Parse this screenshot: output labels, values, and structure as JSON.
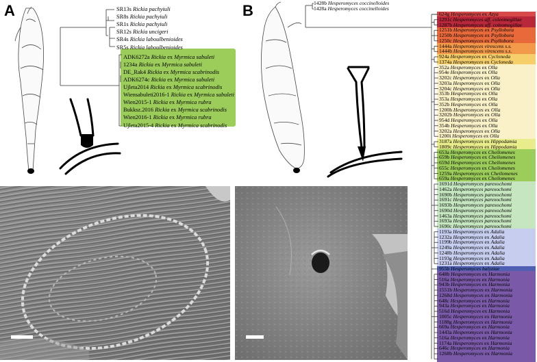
{
  "panel_a": {
    "label": "A",
    "clade_color": "#9ccc5a",
    "taxa": [
      {
        "code": "SR13s",
        "genus": "Rickia",
        "rest": "pachyiuli",
        "ex": ""
      },
      {
        "code": "SR8s",
        "genus": "Rickia",
        "rest": "pachyiuli",
        "ex": ""
      },
      {
        "code": "SR1s",
        "genus": "Rickia",
        "rest": "pachyiuli",
        "ex": ""
      },
      {
        "code": "SR12s",
        "genus": "Rickia",
        "rest": "uncigeri",
        "ex": ""
      },
      {
        "code": "SR4s",
        "genus": "Rickia",
        "rest": "laboulbenioides",
        "ex": ""
      },
      {
        "code": "SR5s",
        "genus": "Rickia",
        "rest": "laboulbenioides",
        "ex": ""
      },
      {
        "code": "ADK6272a",
        "genus": "Rickia",
        "rest": "Myrmica sabuleti",
        "ex": "ex"
      },
      {
        "code": "1234a",
        "genus": "Rickia",
        "rest": "Myrmica sabuleti",
        "ex": "ex"
      },
      {
        "code": "DE_Rak4",
        "genus": "Rickia",
        "rest": "Myrmica scabrinodis",
        "ex": "ex"
      },
      {
        "code": "ADK6274c",
        "genus": "Rickia",
        "rest": "Myrmica sabuleti",
        "ex": "ex"
      },
      {
        "code": "Ujleta2014",
        "genus": "Rickia",
        "rest": "Myrmica scabrinodis",
        "ex": "ex"
      },
      {
        "code": "Wiensabuleti2016-1",
        "genus": "Rickia",
        "rest": "Myrmica sabuleti",
        "ex": "ex"
      },
      {
        "code": "Wien2015-1",
        "genus": "Rickia",
        "rest": "Myrmica rubra",
        "ex": "ex"
      },
      {
        "code": "Bukksz.2016",
        "genus": "Rickia",
        "rest": "Myrmica scabrinodis",
        "ex": "ex"
      },
      {
        "code": "Wien2016-1",
        "genus": "Rickia",
        "rest": "Myrmica rubra",
        "ex": "ex"
      },
      {
        "code": "Ujleta2015-4",
        "genus": "Rickia",
        "rest": "Myrmica scabrinodis",
        "ex": "ex"
      }
    ]
  },
  "panel_b": {
    "label": "B",
    "taxa": [
      {
        "code": "1428b",
        "genus": "Hesperomyces",
        "rest": "coccinelloides",
        "ex": ""
      },
      {
        "code": "1428a",
        "genus": "Hesperomyces",
        "rest": "coccinelloides",
        "ex": ""
      },
      {
        "code": "624g",
        "genus": "Hesperomyces",
        "rest": "Azya",
        "ex": "ex"
      },
      {
        "code": "1291c",
        "genus": "Hesperomyces",
        "rest": "aff. coleomegillae",
        "ex": ""
      },
      {
        "code": "1287b",
        "genus": "Hesperomyces",
        "rest": "aff. coleomegillae",
        "ex": ""
      },
      {
        "code": "1251b",
        "genus": "Hesperomyces",
        "rest": "Psyllobora",
        "ex": "ex"
      },
      {
        "code": "1250b",
        "genus": "Hesperomyces",
        "rest": "Psyllobora",
        "ex": "ex"
      },
      {
        "code": "1250c",
        "genus": "Hesperomyces",
        "rest": "Psyllobora",
        "ex": "ex"
      },
      {
        "code": "1444a",
        "genus": "Hesperomyces",
        "rest": "virescens s.s.",
        "ex": ""
      },
      {
        "code": "1444b",
        "genus": "Hesperomyces",
        "rest": "virescens s.s.",
        "ex": ""
      },
      {
        "code": "924a",
        "genus": "Hesperomyces",
        "rest": "Cycloneda",
        "ex": "ex"
      },
      {
        "code": "1374a",
        "genus": "Hesperomyces",
        "rest": "Cycloneda",
        "ex": "ex"
      },
      {
        "code": "352a",
        "genus": "Hesperomyces",
        "rest": "Olla",
        "ex": "ex"
      },
      {
        "code": "954e",
        "genus": "Hesperomyces",
        "rest": "Olla",
        "ex": "ex"
      },
      {
        "code": "3202c",
        "genus": "Hesperomyces",
        "rest": "Olla",
        "ex": "ex"
      },
      {
        "code": "3203a",
        "genus": "Hesperomyces",
        "rest": "Olla",
        "ex": "ex"
      },
      {
        "code": "3204c",
        "genus": "Hesperomyces",
        "rest": "Olla",
        "ex": "ex"
      },
      {
        "code": "353b",
        "genus": "Hesperomyces",
        "rest": "Olla",
        "ex": "ex"
      },
      {
        "code": "353a",
        "genus": "Hesperomyces",
        "rest": "Olla",
        "ex": "ex"
      },
      {
        "code": "352b",
        "genus": "Hesperomyces",
        "rest": "Olla",
        "ex": "ex"
      },
      {
        "code": "1200h",
        "genus": "Hesperomyces",
        "rest": "Olla",
        "ex": "ex"
      },
      {
        "code": "3202b",
        "genus": "Hesperomyces",
        "rest": "Olla",
        "ex": "ex"
      },
      {
        "code": "954d",
        "genus": "Hesperomyces",
        "rest": "Olla",
        "ex": "ex"
      },
      {
        "code": "354b",
        "genus": "Hesperomyces",
        "rest": "Olla",
        "ex": "ex"
      },
      {
        "code": "3202a",
        "genus": "Hesperomyces",
        "rest": "Olla",
        "ex": "ex"
      },
      {
        "code": "1200i",
        "genus": "Hesperomyces",
        "rest": "Olla",
        "ex": "ex"
      },
      {
        "code": "3187a",
        "genus": "Hesperomyces",
        "rest": "Hippodamia",
        "ex": "ex"
      },
      {
        "code": "1809c",
        "genus": "Hesperomyces",
        "rest": "Hippodamia",
        "ex": "ex"
      },
      {
        "code": "653a",
        "genus": "Hesperomyces",
        "rest": "Cheilomenes",
        "ex": "ex"
      },
      {
        "code": "659b",
        "genus": "Hesperomyces",
        "rest": "Cheilomenes",
        "ex": "ex"
      },
      {
        "code": "659d",
        "genus": "Hesperomyces",
        "rest": "Cheilomenes",
        "ex": "ex"
      },
      {
        "code": "655c",
        "genus": "Hesperomyces",
        "rest": "Cheilomenes",
        "ex": "ex"
      },
      {
        "code": "1259a",
        "genus": "Hesperomyces",
        "rest": "Cheilomenes",
        "ex": "ex"
      },
      {
        "code": "659a",
        "genus": "Hesperomyces",
        "rest": "Cheilomenes",
        "ex": "ex"
      },
      {
        "code": "1691d",
        "genus": "Hesperomyces",
        "rest": "parexochomi",
        "ex": ""
      },
      {
        "code": "1462a",
        "genus": "Hesperomyces",
        "rest": "parexochomi",
        "ex": ""
      },
      {
        "code": "1690b",
        "genus": "Hesperomyces",
        "rest": "parexochomi",
        "ex": ""
      },
      {
        "code": "1691c",
        "genus": "Hesperomyces",
        "rest": "parexochomi",
        "ex": ""
      },
      {
        "code": "1693b",
        "genus": "Hesperomyces",
        "rest": "parexochomi",
        "ex": ""
      },
      {
        "code": "1690d",
        "genus": "Hesperomyces",
        "rest": "parexochomi",
        "ex": ""
      },
      {
        "code": "1463a",
        "genus": "Hesperomyces",
        "rest": "parexochomi",
        "ex": ""
      },
      {
        "code": "1693a",
        "genus": "Hesperomyces",
        "rest": "parexochomi",
        "ex": ""
      },
      {
        "code": "1690c",
        "genus": "Hesperomyces",
        "rest": "parexochomi",
        "ex": ""
      },
      {
        "code": "1193a",
        "genus": "Hesperomyces",
        "rest": "Adalia",
        "ex": "ex"
      },
      {
        "code": "1232a",
        "genus": "Hesperomyces",
        "rest": "Adalia",
        "ex": "ex"
      },
      {
        "code": "1199b",
        "genus": "Hesperomyces",
        "rest": "Adalia",
        "ex": "ex"
      },
      {
        "code": "1249a",
        "genus": "Hesperomyces",
        "rest": "Adalia",
        "ex": "ex"
      },
      {
        "code": "1248b",
        "genus": "Hesperomyces",
        "rest": "Adalia",
        "ex": "ex"
      },
      {
        "code": "1193g",
        "genus": "Hesperomyces",
        "rest": "Adalia",
        "ex": "ex"
      },
      {
        "code": "1231a",
        "genus": "Hesperomyces",
        "rest": "Adalia",
        "ex": "ex"
      },
      {
        "code": "955b",
        "genus": "Hesperomyces",
        "rest": "halyziae",
        "ex": ""
      },
      {
        "code": "648b",
        "genus": "Hesperomyces",
        "rest": "Harmonia",
        "ex": "ex"
      },
      {
        "code": "516a",
        "genus": "Hesperomyces",
        "rest": "Harmonia",
        "ex": "ex"
      },
      {
        "code": "943b",
        "genus": "Hesperomyces",
        "rest": "Harmonia",
        "ex": "ex"
      },
      {
        "code": "1551b",
        "genus": "Hesperomyces",
        "rest": "Harmonia",
        "ex": "ex"
      },
      {
        "code": "1268d",
        "genus": "Hesperomyces",
        "rest": "Harmonia",
        "ex": "ex"
      },
      {
        "code": "648c",
        "genus": "Hesperomyces",
        "rest": "Harmonia",
        "ex": "ex"
      },
      {
        "code": "943a",
        "genus": "Hesperomyces",
        "rest": "Harmonia",
        "ex": "ex"
      },
      {
        "code": "516d",
        "genus": "Hesperomyces",
        "rest": "Harmonia",
        "ex": "ex"
      },
      {
        "code": "1005c",
        "genus": "Hesperomyces",
        "rest": "Harmonia",
        "ex": "ex"
      },
      {
        "code": "1188g",
        "genus": "Hesperomyces",
        "rest": "Harmonia",
        "ex": "ex"
      },
      {
        "code": "669a",
        "genus": "Hesperomyces",
        "rest": "Harmonia",
        "ex": "ex"
      },
      {
        "code": "1443a",
        "genus": "Hesperomyces",
        "rest": "Harmonia",
        "ex": "ex"
      },
      {
        "code": "516a",
        "genus": "Hesperomyces",
        "rest": "Harmonia",
        "ex": "ex"
      },
      {
        "code": "1174a",
        "genus": "Hesperomyces",
        "rest": "Harmonia",
        "ex": "ex"
      },
      {
        "code": "646c",
        "genus": "Hesperomyces",
        "rest": "Harmonia",
        "ex": "ex"
      },
      {
        "code": "1268b",
        "genus": "Hesperomyces",
        "rest": "Harmonia",
        "ex": "ex"
      }
    ],
    "clades": [
      {
        "from": 2,
        "to": 2,
        "color": "#d84a4a"
      },
      {
        "from": 3,
        "to": 4,
        "color": "#b8283a"
      },
      {
        "from": 5,
        "to": 7,
        "color": "#e86a3a"
      },
      {
        "from": 8,
        "to": 9,
        "color": "#f39a4a"
      },
      {
        "from": 10,
        "to": 11,
        "color": "#f6cf6a"
      },
      {
        "from": 12,
        "to": 25,
        "color": "#fbf1c8"
      },
      {
        "from": 26,
        "to": 27,
        "color": "#e9ec8a"
      },
      {
        "from": 28,
        "to": 33,
        "color": "#9ccc5a"
      },
      {
        "from": 34,
        "to": 42,
        "color": "#c6e6c0"
      },
      {
        "from": 43,
        "to": 49,
        "color": "#c6cdee"
      },
      {
        "from": 50,
        "to": 50,
        "color": "#4f5fb2"
      },
      {
        "from": 51,
        "to": 67,
        "color": "#7a5aa8"
      }
    ]
  }
}
